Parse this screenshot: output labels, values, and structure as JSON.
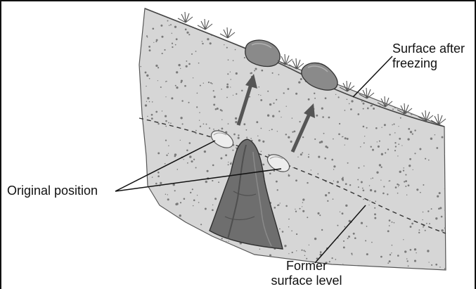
{
  "labels": {
    "surface_after": [
      "Surface after",
      "freezing"
    ],
    "original_position": "Original position",
    "former_surface": [
      "Former",
      "surface level"
    ]
  },
  "colors": {
    "soil": "#d6d6d6",
    "soil_dark": "#c9c9c9",
    "speckle": "#7a7a7a",
    "rock": "#6e6e6e",
    "rock_dark": "#4f4f4f",
    "stone": "#8a8a8a",
    "pebble": "#ededed",
    "arrow": "#555555",
    "line": "#111111",
    "grass": "#555555"
  },
  "icons": {
    "arrow": "upward-frost-heave-arrow",
    "grass": "grass-tuft",
    "stone": "heaved-stone",
    "pebble": "original-pebble"
  }
}
